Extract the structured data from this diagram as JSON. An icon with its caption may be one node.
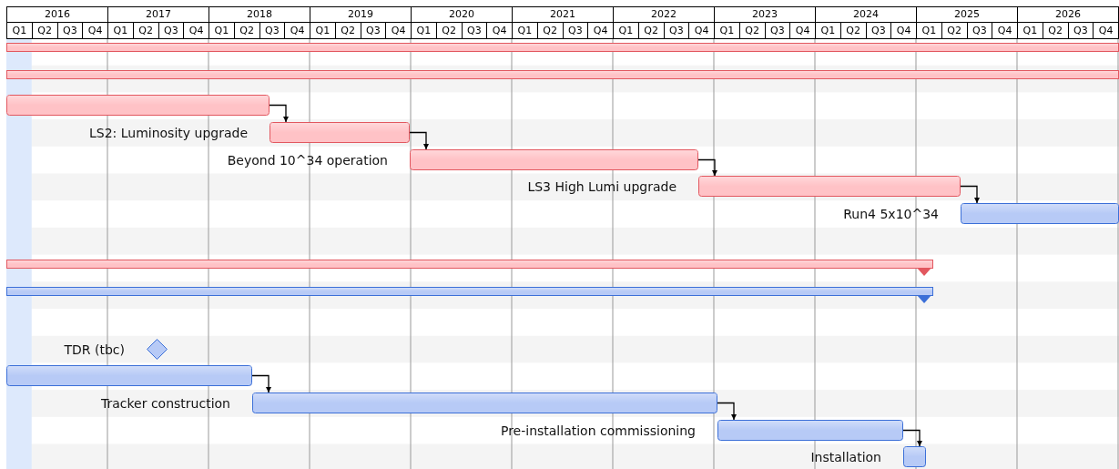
{
  "diagram": {
    "nodes": [
      {
        "text": [],
        "shape": "bar"
      },
      {
        "text": [],
        "shape": "bar"
      },
      {
        "text": [],
        "shape": "bar"
      },
      {
        "text": [],
        "shape": "bar"
      },
      {
        "text": [],
        "shape": "bar"
      },
      {
        "text": [],
        "shape": "bar"
      },
      {
        "text": [],
        "shape": "bar"
      },
      {
        "text": [],
        "shape": "bar"
      },
      {
        "text": [],
        "shape": "bar"
      },
      {
        "text": [],
        "shape": "diamond"
      },
      {
        "text": [],
        "shape": "bar"
      },
      {
        "text": [],
        "shape": "bar"
      },
      {
        "text": [],
        "shape": "bar"
      },
      {
        "text": [],
        "shape": "bar"
      }
    ],
    "edges": [
      {
        "from": 2,
        "to": 3,
        "arrow": "to"
      },
      {
        "from": 3,
        "to": 4,
        "arrow": "to"
      },
      {
        "from": 4,
        "to": 5,
        "arrow": "to"
      },
      {
        "from": 5,
        "to": 6,
        "arrow": "to"
      },
      {
        "from": 10,
        "to": 11,
        "arrow": "to"
      },
      {
        "from": 11,
        "to": 12,
        "arrow": "to"
      },
      {
        "from": 12,
        "to": 13,
        "arrow": "to"
      }
    ],
    "labels": [
      "2016",
      "2017",
      "2018",
      "2019",
      "2020",
      "2021",
      "2022",
      "2023",
      "2024",
      "2025",
      "2026",
      "Q1",
      "Q2",
      "Q3",
      "Q4",
      "Q1",
      "Q2",
      "Q3",
      "Q4",
      "Q1",
      "Q2",
      "Q3",
      "Q4",
      "Q1",
      "Q2",
      "Q3",
      "Q4",
      "Q1",
      "Q2",
      "Q3",
      "Q4",
      "Q1",
      "Q2",
      "Q3",
      "Q4",
      "Q1",
      "Q2",
      "Q3",
      "Q4",
      "Q1",
      "Q2",
      "Q3",
      "Q4",
      "Q1",
      "Q2",
      "Q3",
      "Q4",
      "Q1",
      "Q2",
      "Q3",
      "Q4",
      "Q1",
      "Q2",
      "Q3",
      "Q4",
      "LS2: Luminosity upgrade",
      "Beyond 10^34 operation",
      "LS3 High Lumi upgrade",
      "Run4 5x10^34",
      "TDR (tbc)",
      "Tracker construction",
      "Pre-installation commissioning",
      "Installation"
    ]
  }
}
